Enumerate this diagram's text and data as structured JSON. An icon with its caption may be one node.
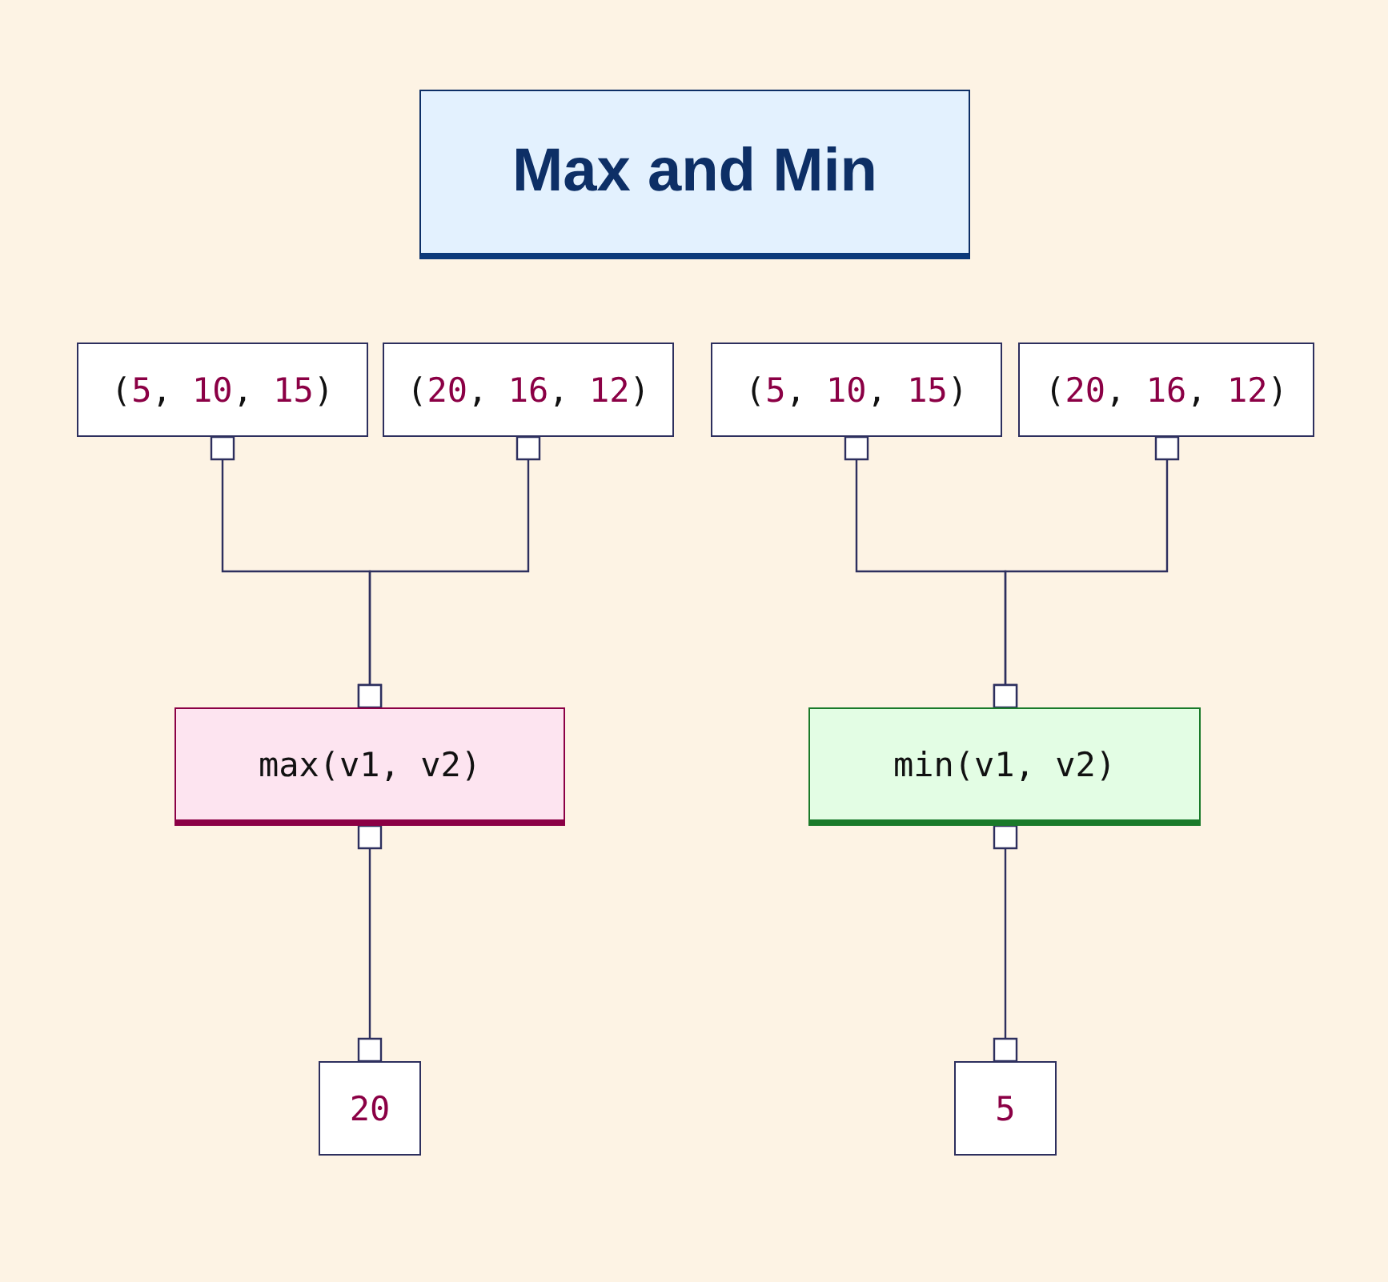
{
  "diagram": {
    "title": "Max and Min",
    "nodes": [
      {
        "text": [
          "(5, 10, 15)"
        ]
      },
      {
        "text": [
          "(20, 16, 12)"
        ]
      },
      {
        "text": [
          "(5, 10, 15)"
        ]
      },
      {
        "text": [
          "(20, 16, 12)"
        ]
      },
      {
        "text": [
          "max(v1, v2)"
        ]
      },
      {
        "text": [
          "min(v1, v2)"
        ]
      },
      {
        "text": [
          "20"
        ]
      },
      {
        "text": [
          "5"
        ]
      }
    ],
    "edges": [
      {
        "from": 0,
        "to": 4,
        "arrow": "other"
      },
      {
        "from": 1,
        "to": 4,
        "arrow": "other"
      },
      {
        "from": 4,
        "to": 6,
        "arrow": "other"
      },
      {
        "from": 2,
        "to": 5,
        "arrow": "other"
      },
      {
        "from": 3,
        "to": 5,
        "arrow": "other"
      },
      {
        "from": 5,
        "to": 7,
        "arrow": "other"
      }
    ]
  }
}
